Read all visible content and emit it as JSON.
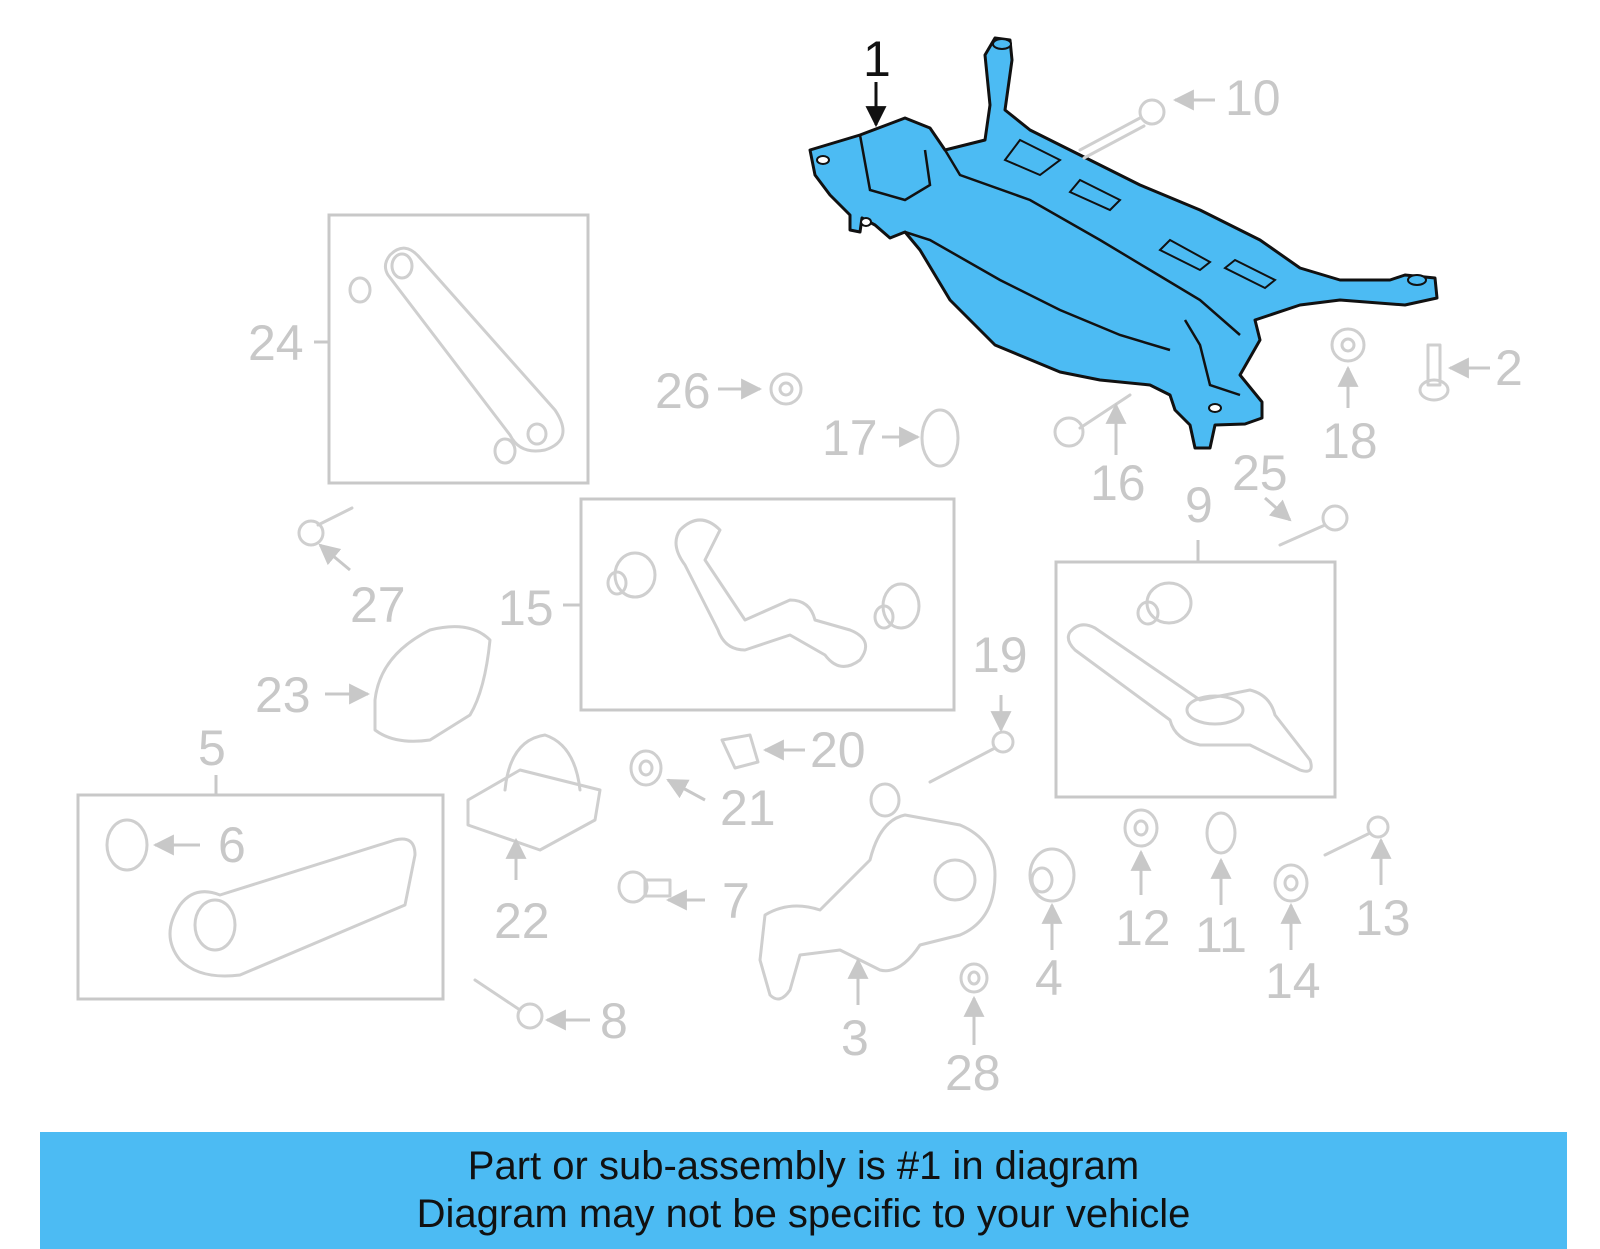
{
  "colors": {
    "highlight": "#4cbbf3",
    "callout_text": "#c8c8c8",
    "highlight_text": "#111111",
    "banner": "#4cbbf3"
  },
  "callouts": {
    "c1": "1",
    "c2": "2",
    "c3": "3",
    "c4": "4",
    "c5": "5",
    "c6": "6",
    "c7": "7",
    "c8": "8",
    "c9": "9",
    "c10": "10",
    "c11": "11",
    "c12": "12",
    "c13": "13",
    "c14": "14",
    "c15": "15",
    "c16": "16",
    "c17": "17",
    "c18": "18",
    "c19": "19",
    "c20": "20",
    "c21": "21",
    "c22": "22",
    "c23": "23",
    "c24": "24",
    "c25": "25",
    "c26": "26",
    "c27": "27",
    "c28": "28"
  },
  "banner": {
    "line1": "Part or sub-assembly is #1 in diagram",
    "line2": "Diagram may not be specific to your vehicle"
  }
}
